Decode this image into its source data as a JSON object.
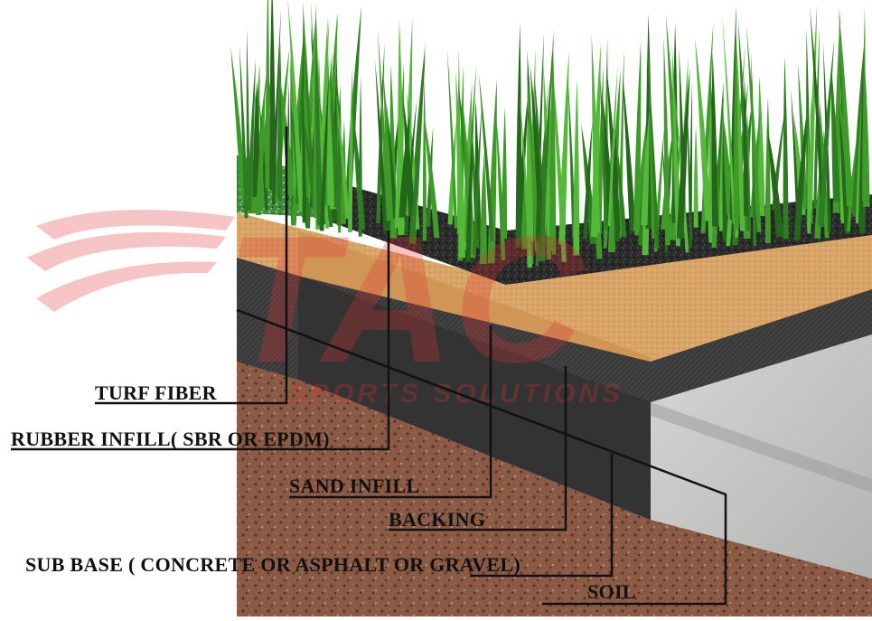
{
  "diagram": {
    "labels": {
      "turf_fiber": "TURF FIBER",
      "rubber_infill": "RUBBER INFILL( SBR OR EPDM)",
      "sand_infill": "SAND INFILL",
      "backing": "BACKING",
      "sub_base": "SUB BASE ( CONCRETE OR ASPHALT OR GRAVEL)",
      "soil": "SOIL"
    },
    "watermark_text": "TAC",
    "watermark_subtext": "SPORTS SOLUTIONS",
    "colors": {
      "grass": "#3f9a2a",
      "grass_dark": "#24661a",
      "rubber": "#2a2a2a",
      "sand": "#d9a567",
      "backing": "#3a3a3a",
      "gravel": "#8f7a74",
      "concrete": "#c9c9c7",
      "soil": "#8a5a45",
      "watermark": "#e03030",
      "leader_line": "#111111"
    }
  }
}
